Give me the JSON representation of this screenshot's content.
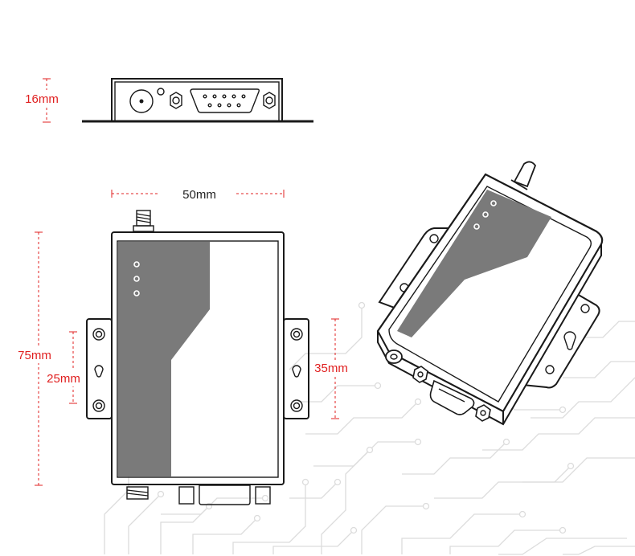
{
  "dimensions": {
    "height": "16mm",
    "width": "50mm",
    "length": "75mm",
    "ear_hole_spacing": "25mm",
    "ear_height": "35mm"
  },
  "colors": {
    "dimension_text_red": "#e02020",
    "dimension_text_dark": "#222222",
    "panel_gray": "#7a7a7a",
    "outline": "#1a1a1a",
    "circuit_background": "#dcdcdc"
  },
  "led_count": 3
}
